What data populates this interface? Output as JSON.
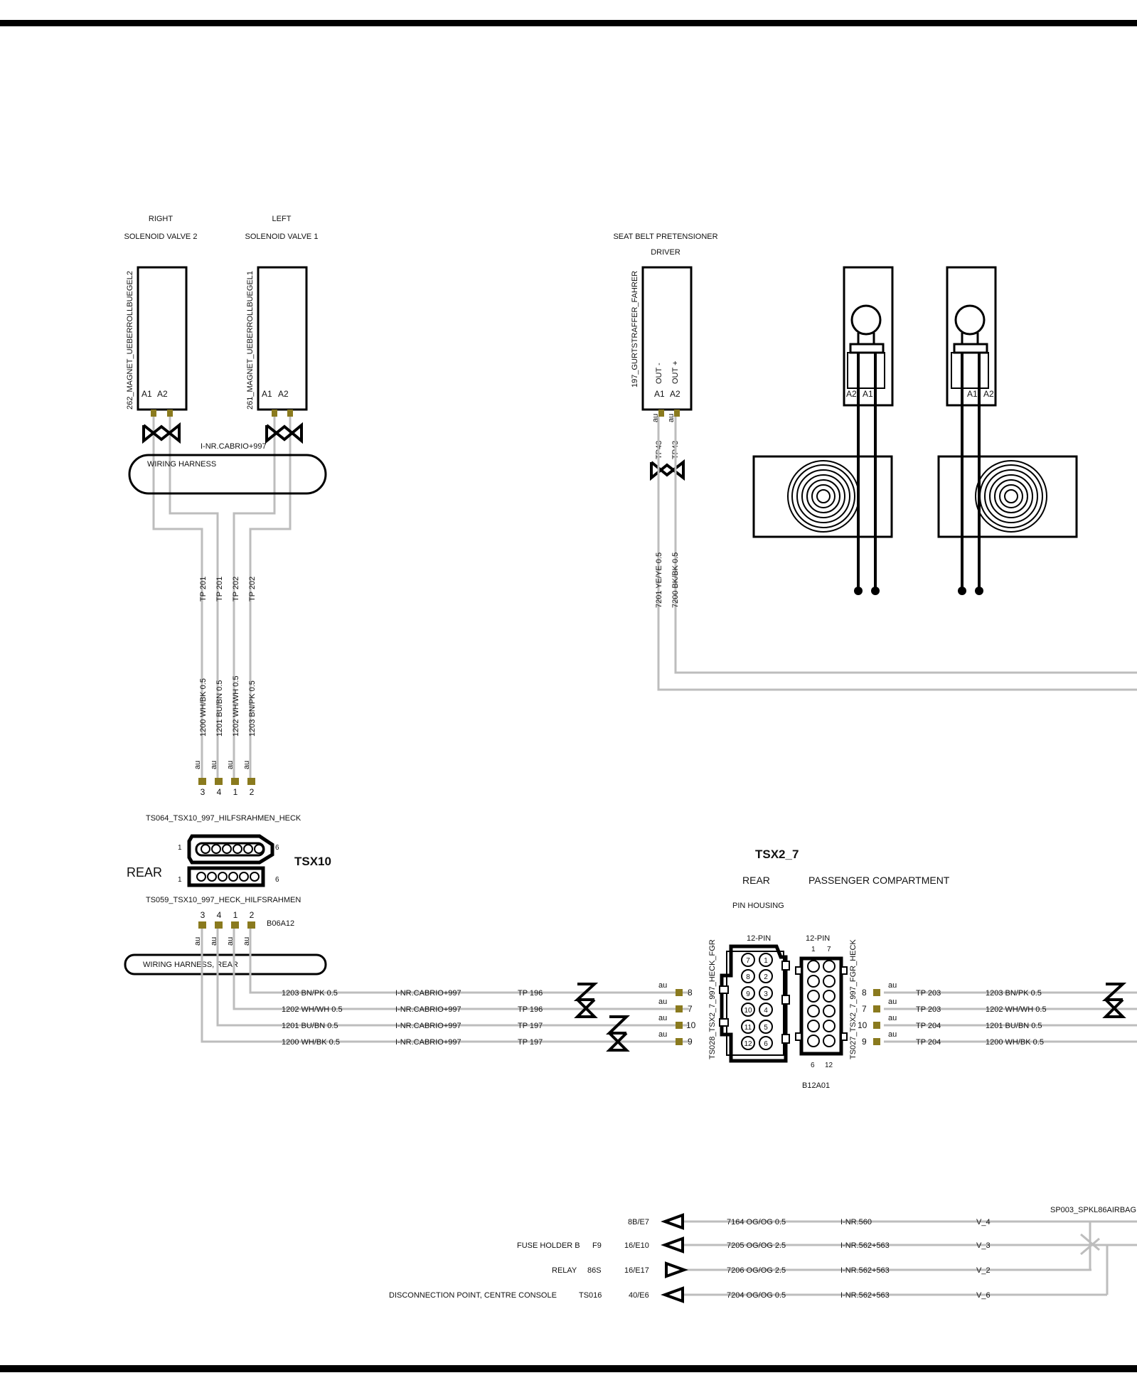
{
  "components": {
    "right_valve": {
      "title1": "RIGHT",
      "title2": "SOLENOID VALVE 2",
      "id": "262_MAGNET_UEBERROLLBUEGEL2",
      "pin1": "A1",
      "pin2": "A2"
    },
    "left_valve": {
      "title1": "LEFT",
      "title2": "SOLENOID VALVE 1",
      "id": "261_MAGNET_UEBERROLLBUEGEL1",
      "pin1": "A1",
      "pin2": "A2"
    },
    "pretensioner": {
      "title1": "SEAT BELT PRETENSIONER",
      "title2": "DRIVER",
      "id": "197_GURTSTRAFFER_FAHRER",
      "out_minus": "OUT -",
      "out_plus": "OUT +",
      "pin1": "A1",
      "pin2": "A2"
    },
    "lamp1": {
      "pin_left": "A2",
      "pin_right": "A1"
    },
    "lamp2": {
      "pin_left": "A1",
      "pin_right": "A2"
    }
  },
  "harness": {
    "main_label": "WIRING HARNESS",
    "inr_label": "I-NR.CABRIO+997",
    "rear_label": "WIRING HARNESS, REAR"
  },
  "wires_vertical": {
    "tp": [
      "TP 201",
      "TP 201",
      "TP 202",
      "TP 202"
    ],
    "codes": [
      "1200 WH/BK 0.5",
      "1201 BU/BN 0.5",
      "1202 WH/WH 0.5",
      "1203 BN/PK 0.5"
    ],
    "au": [
      "au",
      "au",
      "au",
      "au"
    ],
    "pins": [
      "3",
      "4",
      "1",
      "2"
    ]
  },
  "pretensioner_wires": {
    "tp": [
      "TP43",
      "TP43"
    ],
    "codes": [
      "7201 YE/YE 0.5",
      "7200 BK/BK 0.5"
    ],
    "au": [
      "au",
      "au"
    ]
  },
  "tsx10": {
    "name": "TSX10",
    "upper_label": "TS064_TSX10_997_HILFSRAHMEN_HECK",
    "lower_label": "TS059_TSX10_997_HECK_HILFSRAHMEN",
    "side_label": "REAR",
    "pin_first": "1",
    "pin_last": "6",
    "location": "B06A12",
    "lower_pins": [
      "3",
      "4",
      "1",
      "2"
    ]
  },
  "tsx2_7": {
    "name": "TSX2_7",
    "rear_label": "REAR",
    "passenger_label": "PASSENGER COMPARTMENT",
    "housing_label": "PIN HOUSING",
    "pin_count_left": "12-PIN",
    "pin_count_right": "12-PIN",
    "right_top_pins": [
      "1",
      "7"
    ],
    "right_bottom_pins": [
      "6",
      "12"
    ],
    "left_id": "TS028_TSX2_7_997_HECK_FGR",
    "right_id": "TS027_TSX2_7_997_FGR_HECK",
    "location": "B12A01",
    "cavities": [
      "7",
      "1",
      "8",
      "2",
      "9",
      "3",
      "10",
      "4",
      "11",
      "5",
      "12",
      "6"
    ]
  },
  "horizontal_wires_left": [
    {
      "code": "1203 BN/PK 0.5",
      "inr": "I-NR.CABRIO+997",
      "tp": "TP 196",
      "au": "au",
      "pin": "8"
    },
    {
      "code": "1202 WH/WH 0.5",
      "inr": "I-NR.CABRIO+997",
      "tp": "TP 196",
      "au": "au",
      "pin": "7"
    },
    {
      "code": "1201 BU/BN 0.5",
      "inr": "I-NR.CABRIO+997",
      "tp": "TP 197",
      "au": "au",
      "pin": "10"
    },
    {
      "code": "1200 WH/BK 0.5",
      "inr": "I-NR.CABRIO+997",
      "tp": "TP 197",
      "au": "au",
      "pin": "9"
    }
  ],
  "horizontal_wires_right": [
    {
      "pin": "8",
      "au": "au",
      "tp": "TP 203",
      "code": "1203 BN/PK 0.5"
    },
    {
      "pin": "7",
      "au": "au",
      "tp": "TP 203",
      "code": "1202 WH/WH 0.5"
    },
    {
      "pin": "10",
      "au": "au",
      "tp": "TP 204",
      "code": "1201 BU/BN 0.5"
    },
    {
      "pin": "9",
      "au": "au",
      "tp": "TP 204",
      "code": "1200 WH/BK 0.5"
    }
  ],
  "bottom_rows": [
    {
      "desc": "",
      "sub": "",
      "ref": "8B/E7",
      "code": "7164 OG/OG 0.5",
      "inr": "I-NR.560",
      "v": "V_4"
    },
    {
      "desc": "FUSE HOLDER B",
      "sub": "F9",
      "ref": "16/E10",
      "code": "7205 OG/OG 2.5",
      "inr": "I-NR.562+563",
      "v": "V_3"
    },
    {
      "desc": "RELAY",
      "sub": "86S",
      "ref": "16/E17",
      "code": "7206 OG/OG 2.5",
      "inr": "I-NR.562+563",
      "v": "V_2"
    },
    {
      "desc": "DISCONNECTION POINT, CENTRE CONSOLE",
      "sub": "TS016",
      "ref": "40/E6",
      "code": "7204 OG/OG 0.5",
      "inr": "I-NR.562+563",
      "v": "V_6"
    }
  ],
  "splice_label": "SP003_SPKL86AIRBAG"
}
